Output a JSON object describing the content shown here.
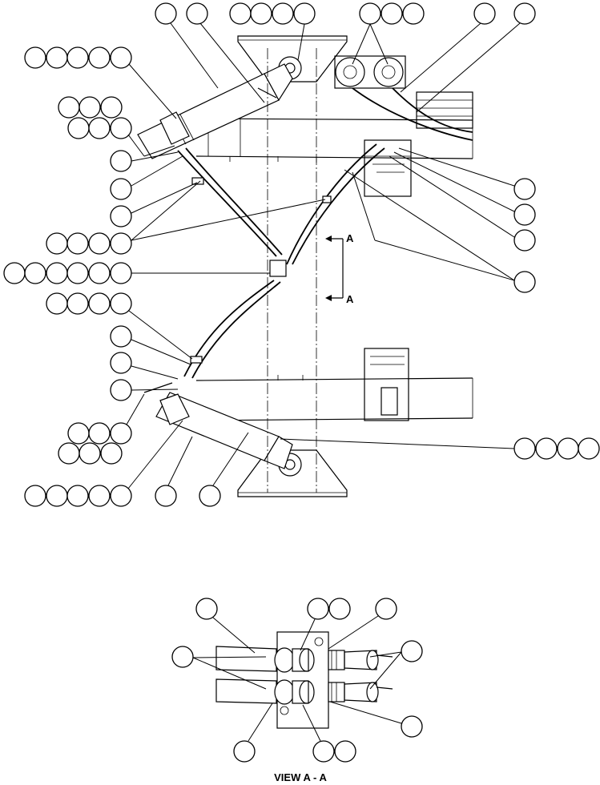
{
  "section_markers": {
    "upper": "A",
    "lower": "A"
  },
  "view_title": "VIEW A - A"
}
